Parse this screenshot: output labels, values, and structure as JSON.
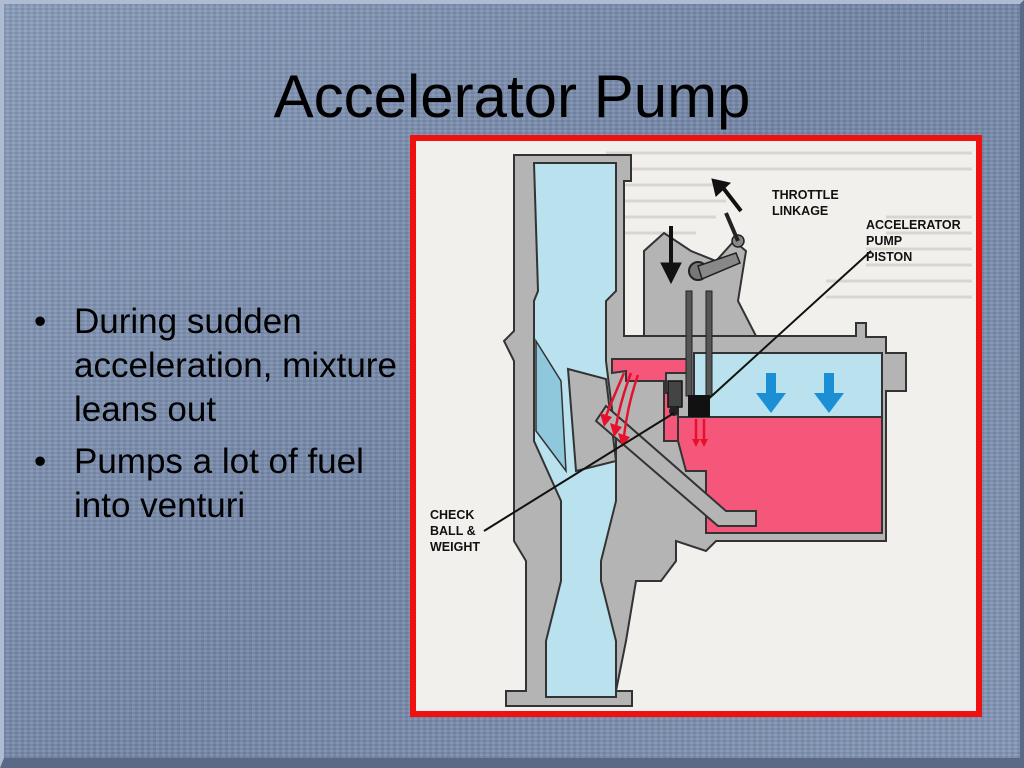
{
  "slide": {
    "title": "Accelerator Pump",
    "bullets": [
      "During sudden acceleration, mixture leans out",
      "Pumps a lot of fuel into venturi"
    ],
    "bullet_glyph": "•"
  },
  "diagram": {
    "labels": {
      "throttle_line1": "THROTTLE",
      "throttle_line2": "LINKAGE",
      "pump_line1": "ACCELERATOR",
      "pump_line2": "PUMP",
      "pump_line3": "PISTON",
      "check_line1": "CHECK",
      "check_line2": "BALL &",
      "check_line3": "WEIGHT"
    },
    "colors": {
      "frame": "#f01010",
      "air_passage": "#b9e2ee",
      "fuel": "#f4577a",
      "body": "#b4b4b4",
      "arrow_blue": "#1b8fd6",
      "arrow_red": "#e8102a"
    }
  }
}
